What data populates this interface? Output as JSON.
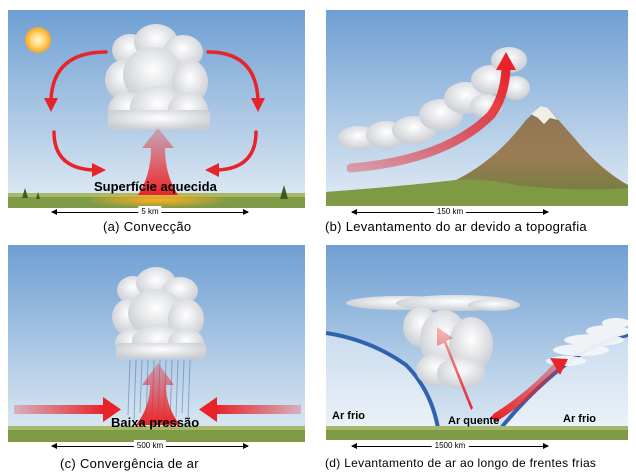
{
  "panel_a": {
    "label_surface": "Superfície aquecida",
    "scale": "5 km",
    "caption": "(a) Convecção"
  },
  "panel_b": {
    "scale": "150 km",
    "caption": "(b) Levantamento do ar devido a topografia"
  },
  "panel_c": {
    "label_low": "Baixa pressão",
    "scale": "500 km",
    "caption": "(c) Convergência de ar"
  },
  "panel_d": {
    "label_cold_left": "Ar frio",
    "label_warm": "Ar quente",
    "label_cold_right": "Ar frio",
    "scale": "1500 km",
    "caption": "(d) Levantamento de ar ao longo de frentes frias"
  },
  "colors": {
    "sky_top": "#6e9fd3",
    "sky_bottom": "#dfeaf3",
    "arrow_red": "#e8242a",
    "ground_green": "#7e9a45",
    "front_blue": "#2f62b0"
  }
}
